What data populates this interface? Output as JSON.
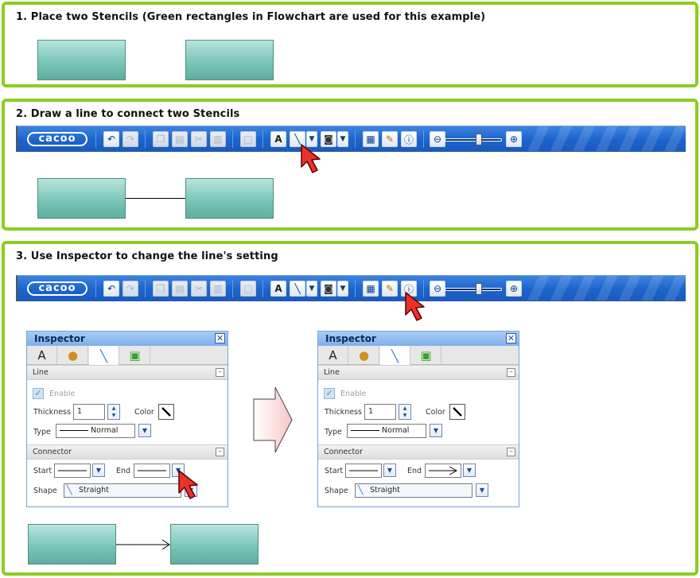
{
  "steps": [
    {
      "title": "1. Place two Stencils (Green rectangles in Flowchart are used for this example)"
    },
    {
      "title": "2. Draw a line to connect two Stencils"
    },
    {
      "title": "3. Use Inspector to change the line's setting"
    }
  ],
  "toolbar": {
    "logo": "cacoo",
    "buttons": [
      "undo-icon",
      "redo-icon",
      "copy-icon",
      "paste-icon",
      "cut-icon",
      "paste-special-icon",
      "group-icon",
      "text-icon",
      "line-icon",
      "dropdown",
      "camera-icon",
      "dropdown",
      "gallery-icon",
      "clipboard-icon",
      "info-icon",
      "zoom-out-icon",
      "zoom-in-icon"
    ]
  },
  "inspector": {
    "title": "Inspector",
    "tab_text": "A",
    "section_line": "Line",
    "enable_label": "Enable",
    "thickness_label": "Thickness",
    "thickness_value": "1",
    "color_label": "Color",
    "type_label": "Type",
    "type_value": "Normal",
    "section_connector": "Connector",
    "start_label": "Start",
    "end_label": "End",
    "shape_label": "Shape",
    "shape_value": "Straight"
  },
  "colors": {
    "panel_border": "#8ccc1f",
    "stencil_fill": "#7ac6b9",
    "toolbar_blue": "#1c64cc",
    "cursor_red": "#e8322a"
  }
}
